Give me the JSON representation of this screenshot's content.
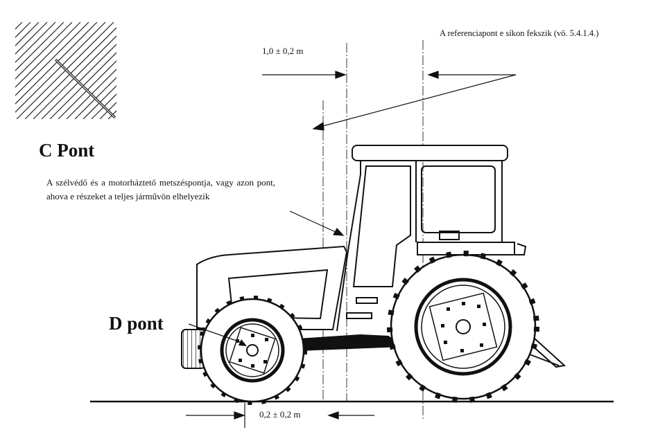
{
  "labels": {
    "c_point_title": "C Pont",
    "c_point_description": "A szélvédő és a motorháztető metszéspontja, vagy azon pont, ahova e részeket a teljes járművön elhelyezik",
    "d_point_title": "D pont",
    "reference_note": "A referenciapont e síkon fekszik (vö. 5.4.1.4.)",
    "dimension_top": "1,0 ± 0,2 m",
    "dimension_bottom": "0,2 ± 0,2 m"
  },
  "icons": {
    "hatch_legend": "hatched-plane-icon",
    "vehicle": "tractor-drawing"
  }
}
